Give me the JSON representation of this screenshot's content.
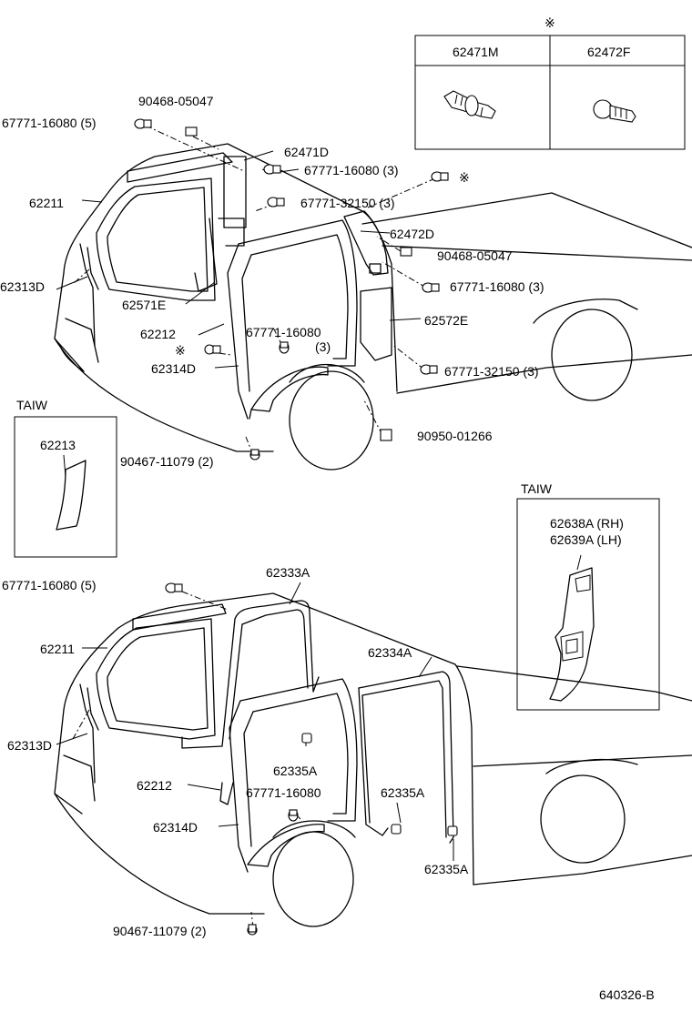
{
  "note_marker": "※",
  "legend_table": {
    "col1": "62471M",
    "col2": "62472F"
  },
  "top": {
    "p1": "90468-05047",
    "p2": "67771-16080 (5)",
    "p3": "62471D",
    "p4": "67771-16080 (3)",
    "p5": "67771-32150 (3)",
    "p6": "62211",
    "p7": "62472D",
    "p8": "90468-05047",
    "p9": "62313D",
    "p10": "67771-16080 (3)",
    "p11": "62571E",
    "p12": "62572E",
    "p13": "62212",
    "p14": "67771-16080",
    "p14b": "(3)",
    "p15": "62314D",
    "p16": "67771-32150 (3)",
    "p17": "90950-01266",
    "p18": "90467-11079 (2)"
  },
  "inset_left": {
    "label": "TAIW",
    "part": "62213"
  },
  "inset_right": {
    "label": "TAIW",
    "part1": "62638A (RH)",
    "part2": "62639A (LH)"
  },
  "bottom": {
    "p1": "67771-16080 (5)",
    "p2": "62333A",
    "p3": "62211",
    "p4": "62334A",
    "p5": "62313D",
    "p6": "62335A",
    "p7": "62212",
    "p8": "67771-16080",
    "p9": "62335A",
    "p10": "62314D",
    "p11": "62335A",
    "p12": "90467-11079 (2)"
  },
  "figure_code": "640326-B"
}
